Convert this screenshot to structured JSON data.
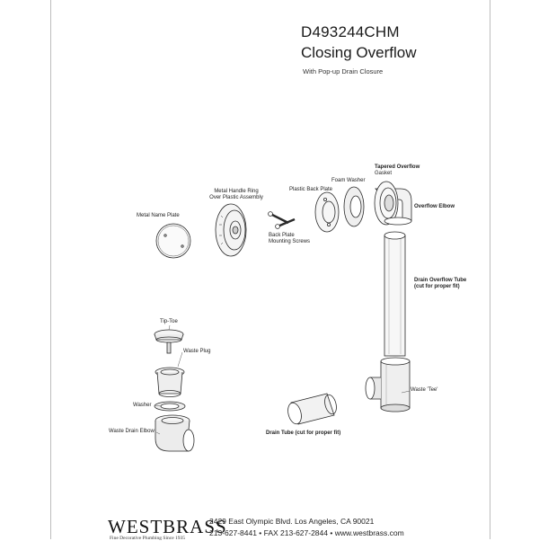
{
  "header": {
    "model": "D493244CHM",
    "name": "Closing Overflow",
    "subtitle": "With Pop-up Drain Closure"
  },
  "labels": {
    "metal_name_plate": "Metal Name Plate",
    "metal_handle_ring_1": "Metal Handle Ring",
    "metal_handle_ring_2": "Over Plastic Assembly",
    "back_plate_screws_1": "Back Plate",
    "back_plate_screws_2": "Mounting Screws",
    "plastic_back_plate": "Plastic Back Plate",
    "foam_washer": "Foam Washer",
    "tapered_overflow_1": "Tapered Overflow",
    "tapered_overflow_2": "Gasket",
    "overflow_elbow": "Overflow Elbow",
    "drain_overflow_tube_1": "Drain Overflow Tube",
    "drain_overflow_tube_2": "(cut for proper fit)",
    "tip_toe": "Tip-Toe",
    "waste_plug": "Waste Plug",
    "washer": "Washer",
    "waste_drain_elbow": "Waste Drain Elbow",
    "waste_tee": "Waste 'Tee'",
    "drain_tube": "Drain Tube (cut for proper fit)"
  },
  "footer": {
    "brand": "WESTBRASS",
    "tagline": "Fine Decorative Plumbing Since 1935",
    "address": "2429 East Olympic Blvd. Los Angeles, CA  90021",
    "contact": "213-627-8441 • FAX 213-627-2844 • www.westbrass.com"
  }
}
